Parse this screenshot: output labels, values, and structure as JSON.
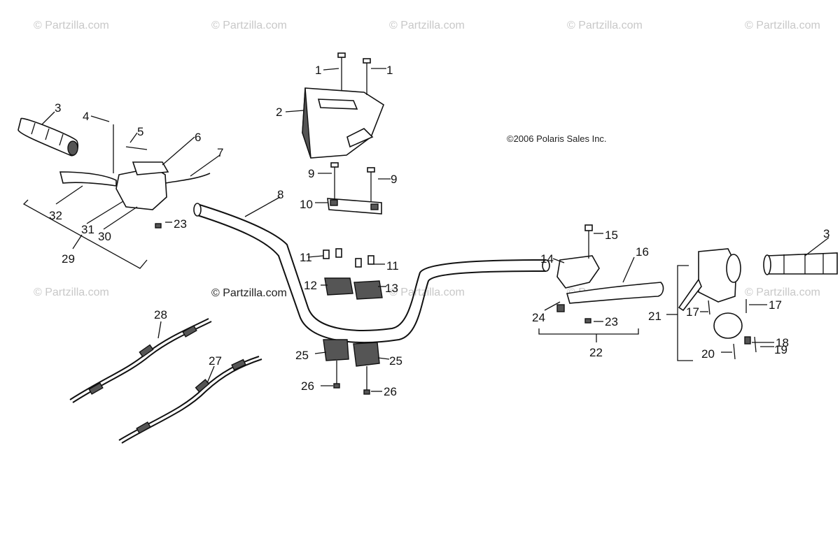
{
  "watermarks": {
    "text": "© Partzilla.com"
  },
  "copyright": "©2006 Polaris Sales Inc.",
  "center_watermark": "© Partzilla.com",
  "callouts": [
    {
      "id": "c1a",
      "label": "1"
    },
    {
      "id": "c1b",
      "label": "1"
    },
    {
      "id": "c2",
      "label": "2"
    },
    {
      "id": "c3a",
      "label": "3"
    },
    {
      "id": "c3b",
      "label": "3"
    },
    {
      "id": "c4",
      "label": "4"
    },
    {
      "id": "c5",
      "label": "5"
    },
    {
      "id": "c6",
      "label": "6"
    },
    {
      "id": "c7",
      "label": "7"
    },
    {
      "id": "c8",
      "label": "8"
    },
    {
      "id": "c9a",
      "label": "9"
    },
    {
      "id": "c9b",
      "label": "9"
    },
    {
      "id": "c10",
      "label": "10"
    },
    {
      "id": "c11a",
      "label": "11"
    },
    {
      "id": "c11b",
      "label": "11"
    },
    {
      "id": "c12",
      "label": "12"
    },
    {
      "id": "c13",
      "label": "13"
    },
    {
      "id": "c14",
      "label": "14"
    },
    {
      "id": "c15",
      "label": "15"
    },
    {
      "id": "c16",
      "label": "16"
    },
    {
      "id": "c17a",
      "label": "17"
    },
    {
      "id": "c17b",
      "label": "17"
    },
    {
      "id": "c18",
      "label": "18"
    },
    {
      "id": "c19",
      "label": "19"
    },
    {
      "id": "c20",
      "label": "20"
    },
    {
      "id": "c21",
      "label": "21"
    },
    {
      "id": "c22",
      "label": "22"
    },
    {
      "id": "c23a",
      "label": "23"
    },
    {
      "id": "c23b",
      "label": "23"
    },
    {
      "id": "c24",
      "label": "24"
    },
    {
      "id": "c25a",
      "label": "25"
    },
    {
      "id": "c25b",
      "label": "25"
    },
    {
      "id": "c26a",
      "label": "26"
    },
    {
      "id": "c26b",
      "label": "26"
    },
    {
      "id": "c27",
      "label": "27"
    },
    {
      "id": "c28",
      "label": "28"
    },
    {
      "id": "c29",
      "label": "29"
    },
    {
      "id": "c30",
      "label": "30"
    },
    {
      "id": "c31",
      "label": "31"
    },
    {
      "id": "c32",
      "label": "32"
    }
  ]
}
